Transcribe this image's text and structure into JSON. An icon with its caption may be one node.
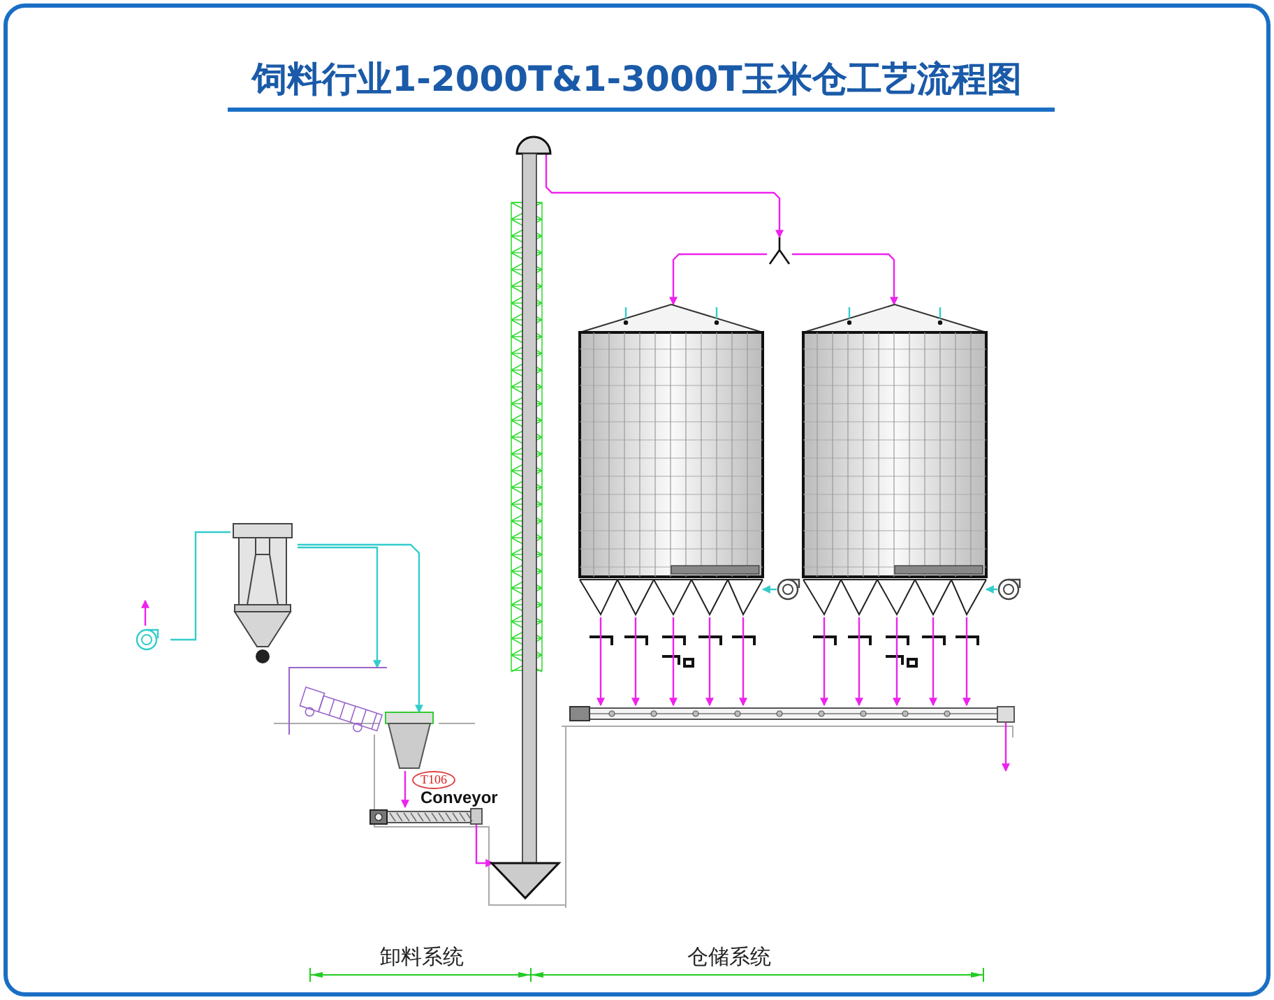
{
  "diagram": {
    "title": "饲料行业1-2000T&1-3000T玉米仓工艺流程图",
    "nodes": [
      {
        "text": [],
        "shape": "picture"
      },
      {
        "text": [],
        "shape": "picture"
      },
      {
        "text": [],
        "shape": "picture"
      },
      {
        "text": [],
        "shape": "picture"
      },
      {
        "text": [],
        "shape": "picture",
        "beside": [
          "T106",
          "Conveyor"
        ]
      },
      {
        "text": [],
        "shape": "picture"
      },
      {
        "text": [],
        "shape": "picture"
      },
      {
        "text": [],
        "shape": "picture"
      },
      {
        "text": [],
        "shape": "picture"
      },
      {
        "text": [],
        "shape": "picture"
      },
      {
        "text": [],
        "shape": "picture"
      },
      {
        "text": [],
        "shape": "picture"
      }
    ],
    "edges": [
      {
        "from": 1,
        "to": 0,
        "arrow": "none",
        "color": "#33cccc"
      },
      {
        "from": 0,
        "to": 2,
        "arrow": "to",
        "color": "#33cccc"
      },
      {
        "from": 0,
        "to": 3,
        "arrow": "to",
        "color": "#33cccc"
      },
      {
        "from": 1,
        "to": null,
        "arrow": "to"
      },
      {
        "from": 3,
        "to": 4,
        "arrow": "to"
      },
      {
        "from": 4,
        "to": 5,
        "arrow": "to"
      },
      {
        "from": 5,
        "to": 6,
        "arrow": "to"
      },
      {
        "from": 6,
        "to": 7,
        "arrow": "to"
      },
      {
        "from": 6,
        "to": 8,
        "arrow": "to"
      },
      {
        "from": 10,
        "to": 7,
        "arrow": "to",
        "color": "#33cccc"
      },
      {
        "from": 11,
        "to": 8,
        "arrow": "to",
        "color": "#33cccc"
      },
      {
        "from": 7,
        "to": 9,
        "arrow": "to"
      },
      {
        "from": 7,
        "to": 9,
        "arrow": "to"
      },
      {
        "from": 7,
        "to": 9,
        "arrow": "to"
      },
      {
        "from": 7,
        "to": 9,
        "arrow": "to"
      },
      {
        "from": 7,
        "to": 9,
        "arrow": "to"
      },
      {
        "from": 8,
        "to": 9,
        "arrow": "to"
      },
      {
        "from": 8,
        "to": 9,
        "arrow": "to"
      },
      {
        "from": 8,
        "to": 9,
        "arrow": "to"
      },
      {
        "from": 8,
        "to": 9,
        "arrow": "to"
      },
      {
        "from": 8,
        "to": 9,
        "arrow": "to"
      },
      {
        "from": 9,
        "to": null,
        "arrow": "to"
      }
    ],
    "labels": [
      "卸料系统",
      "仓储系统"
    ]
  }
}
